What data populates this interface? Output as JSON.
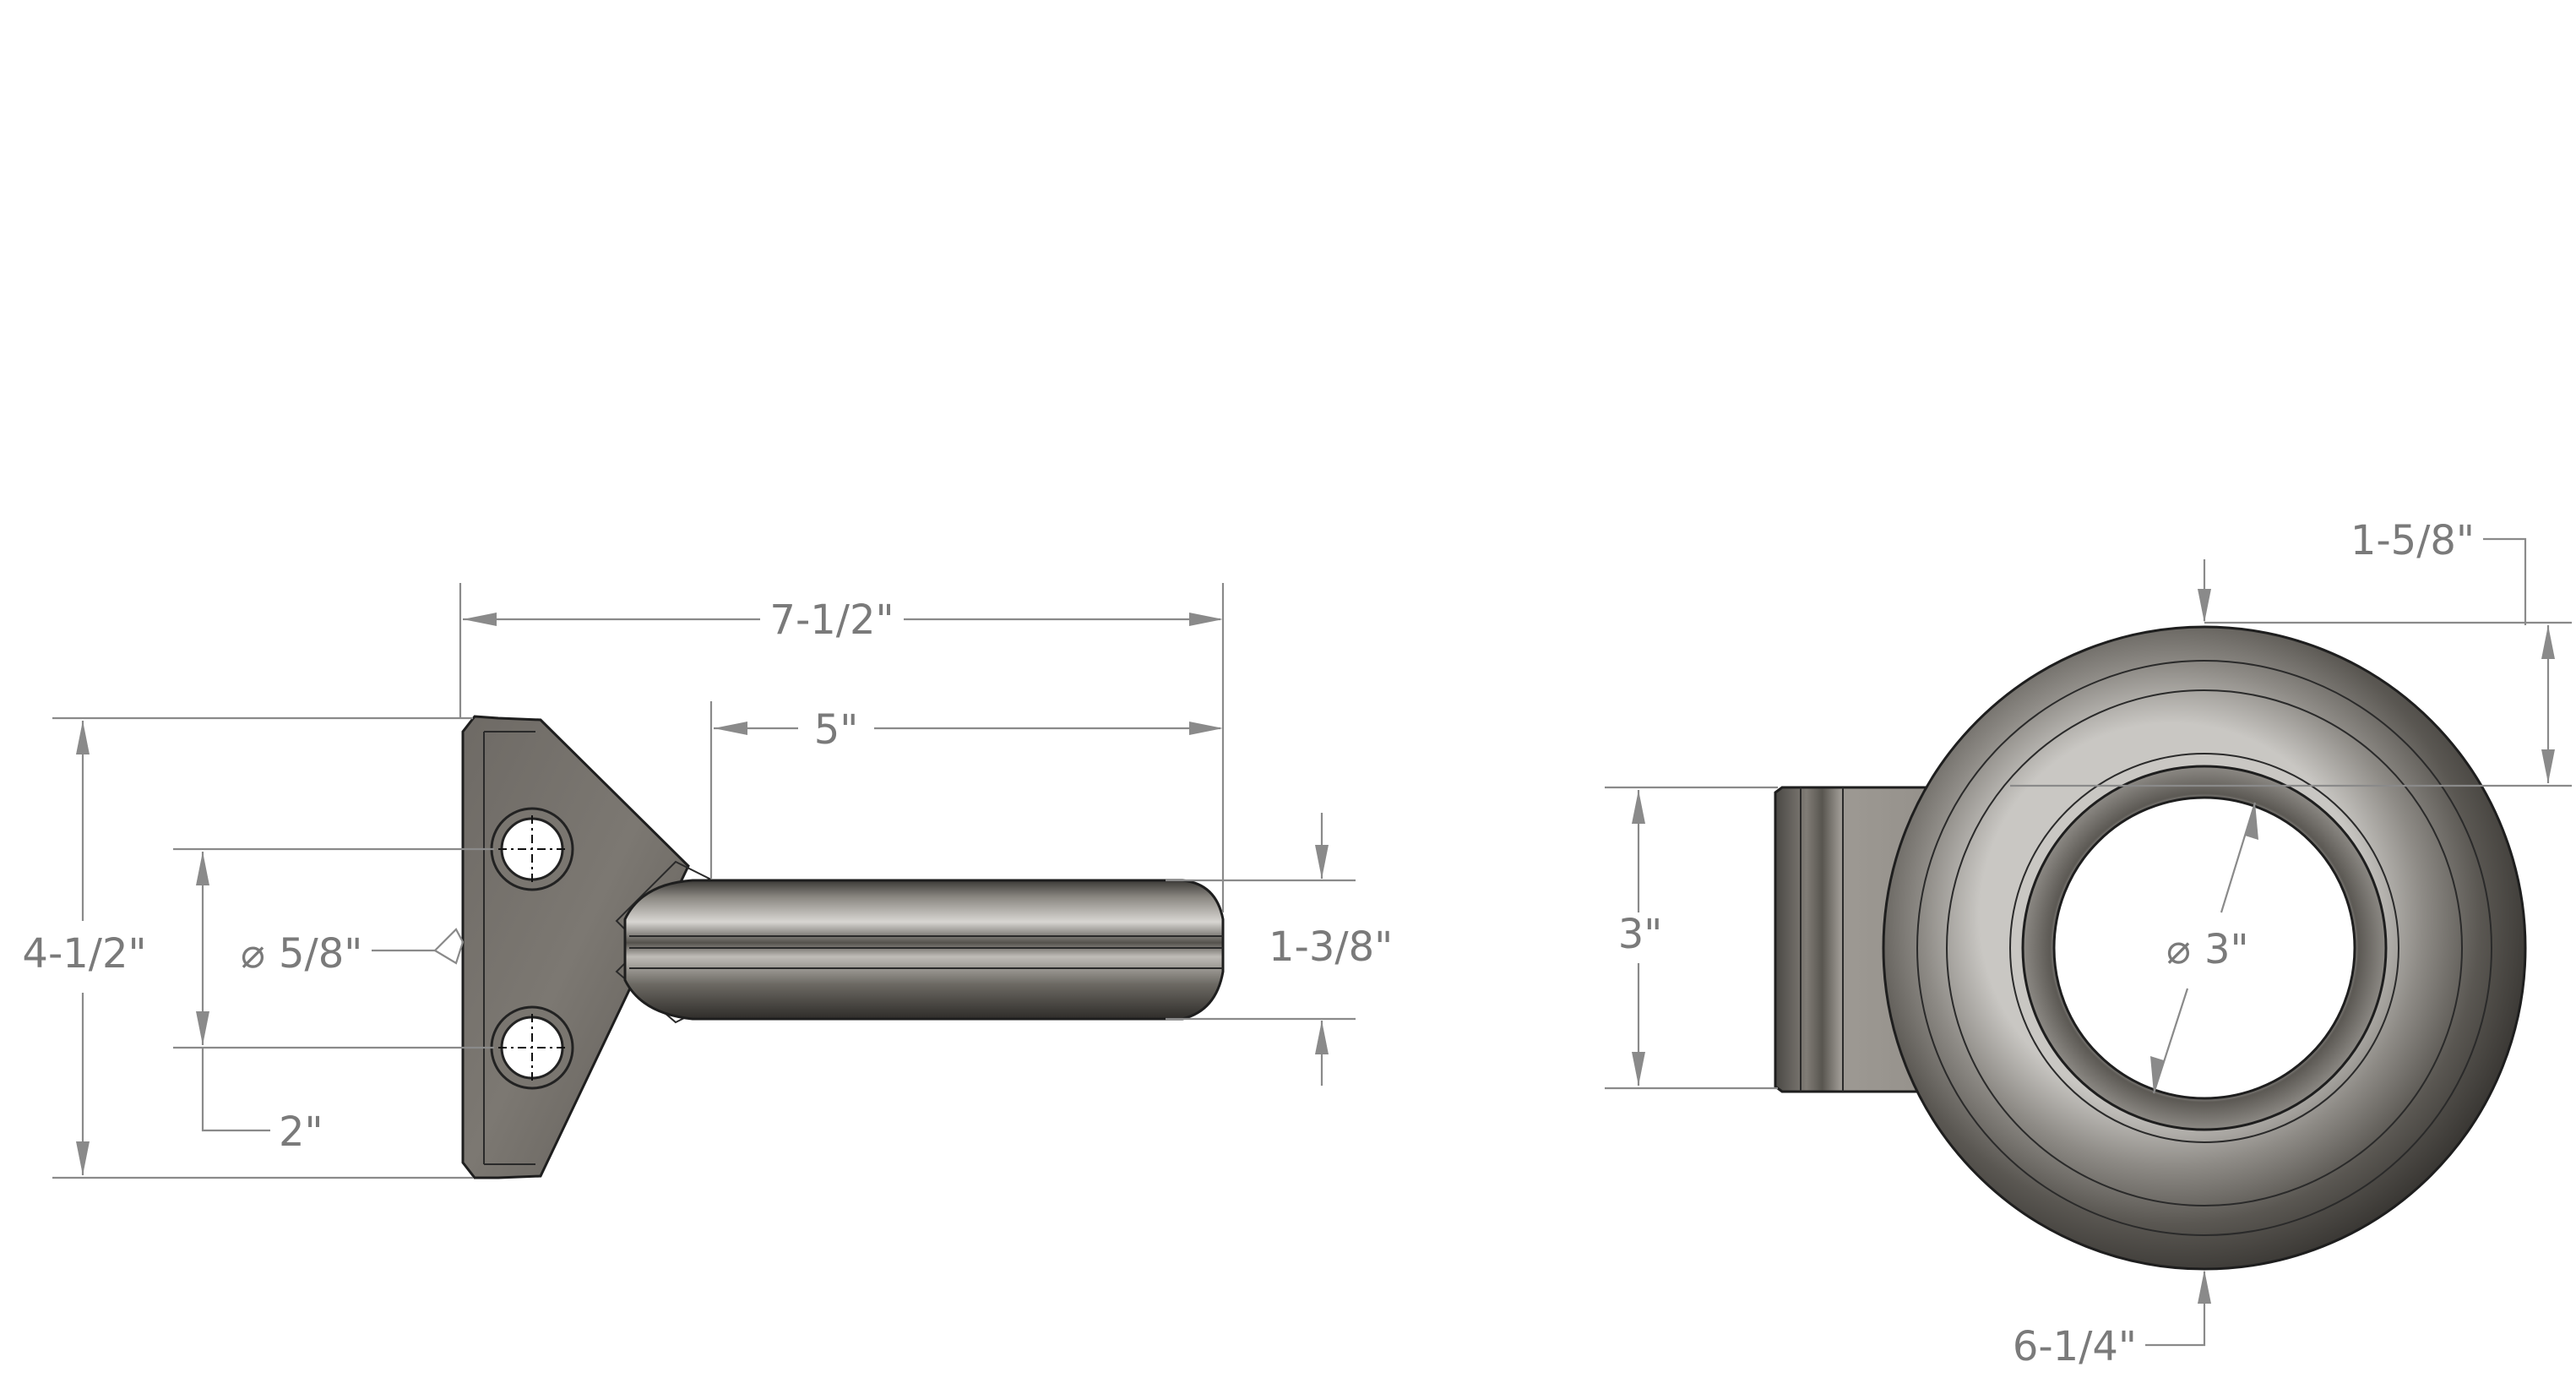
{
  "colors": {
    "dimension": "#8a8a8a",
    "part_light": "#9a968f",
    "part_dark": "#3a3835",
    "outline": "#1e1e1e",
    "background": "#ffffff"
  },
  "side_view": {
    "overall_length": "7-1/2\"",
    "shank_length": "5\"",
    "overall_height": "4-1/2\"",
    "hole_diameter": "5/8\"",
    "hole_spacing": "2\"",
    "thickness": "1-3/8\""
  },
  "end_view": {
    "ring_inner_diameter": "3\"",
    "shank_height": "3\"",
    "top_offset": "1-5/8\"",
    "overall_height": "6-1/4\""
  },
  "symbols": {
    "diameter": "⌀"
  }
}
